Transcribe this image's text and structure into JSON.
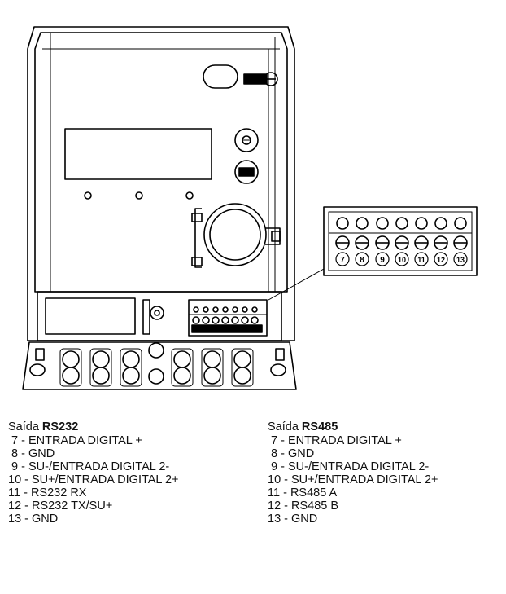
{
  "terminal_numbers": [
    "7",
    "8",
    "9",
    "10",
    "11",
    "12",
    "13"
  ],
  "rs232": {
    "title_prefix": "Saída ",
    "title_bold": "RS232",
    "pins": [
      {
        "num": " 7 - ",
        "label": "ENTRADA DIGITAL +"
      },
      {
        "num": " 8 - ",
        "label": "GND"
      },
      {
        "num": " 9 - ",
        "label": "SU-/ENTRADA DIGITAL 2-"
      },
      {
        "num": "10 - ",
        "label": "SU+/ENTRADA DIGITAL 2+"
      },
      {
        "num": "11 - ",
        "label": "RS232 RX"
      },
      {
        "num": "12 - ",
        "label": "RS232 TX/SU+"
      },
      {
        "num": "13 - ",
        "label": "GND"
      }
    ]
  },
  "rs485": {
    "title_prefix": "Saída ",
    "title_bold": "RS485",
    "pins": [
      {
        "num": " 7 - ",
        "label": "ENTRADA DIGITAL +"
      },
      {
        "num": " 8 - ",
        "label": "GND"
      },
      {
        "num": " 9 - ",
        "label": "SU-/ENTRADA DIGITAL 2-"
      },
      {
        "num": "10 - ",
        "label": "SU+/ENTRADA DIGITAL 2+"
      },
      {
        "num": "11 - ",
        "label": "RS485 A"
      },
      {
        "num": "12 - ",
        "label": "RS485 B"
      },
      {
        "num": "13 - ",
        "label": "GND"
      }
    ]
  }
}
